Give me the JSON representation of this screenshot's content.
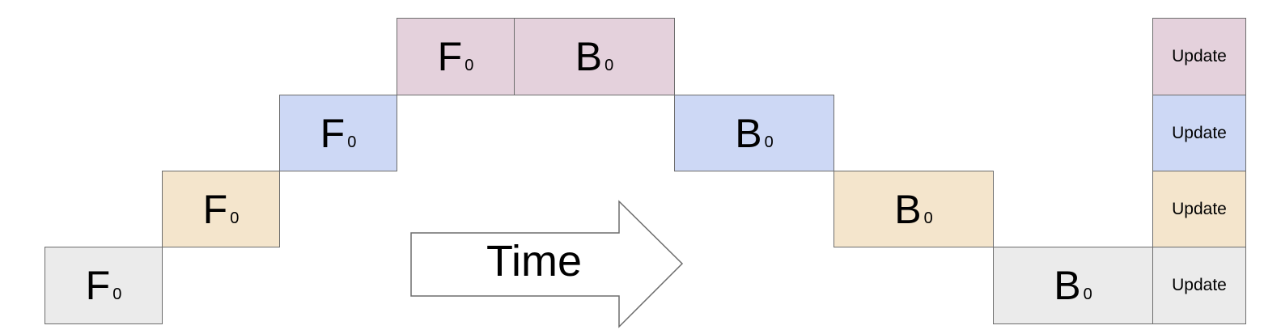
{
  "colors": {
    "stage_0": "#ebebeb",
    "stage_1": "#f4e5cc",
    "stage_2": "#cdd8f5",
    "stage_3": "#e4d1dc"
  },
  "forward": [
    {
      "main": "F",
      "sub": "0",
      "stage": 0
    },
    {
      "main": "F",
      "sub": "0",
      "stage": 1
    },
    {
      "main": "F",
      "sub": "0",
      "stage": 2
    },
    {
      "main": "F",
      "sub": "0",
      "stage": 3
    }
  ],
  "backward": [
    {
      "main": "B",
      "sub": "0",
      "stage": 3
    },
    {
      "main": "B",
      "sub": "0",
      "stage": 2
    },
    {
      "main": "B",
      "sub": "0",
      "stage": 1
    },
    {
      "main": "B",
      "sub": "0",
      "stage": 0
    }
  ],
  "update": [
    {
      "label": "Update",
      "stage": 3
    },
    {
      "label": "Update",
      "stage": 2
    },
    {
      "label": "Update",
      "stage": 1
    },
    {
      "label": "Update",
      "stage": 0
    }
  ],
  "arrow": {
    "label": "Time"
  }
}
